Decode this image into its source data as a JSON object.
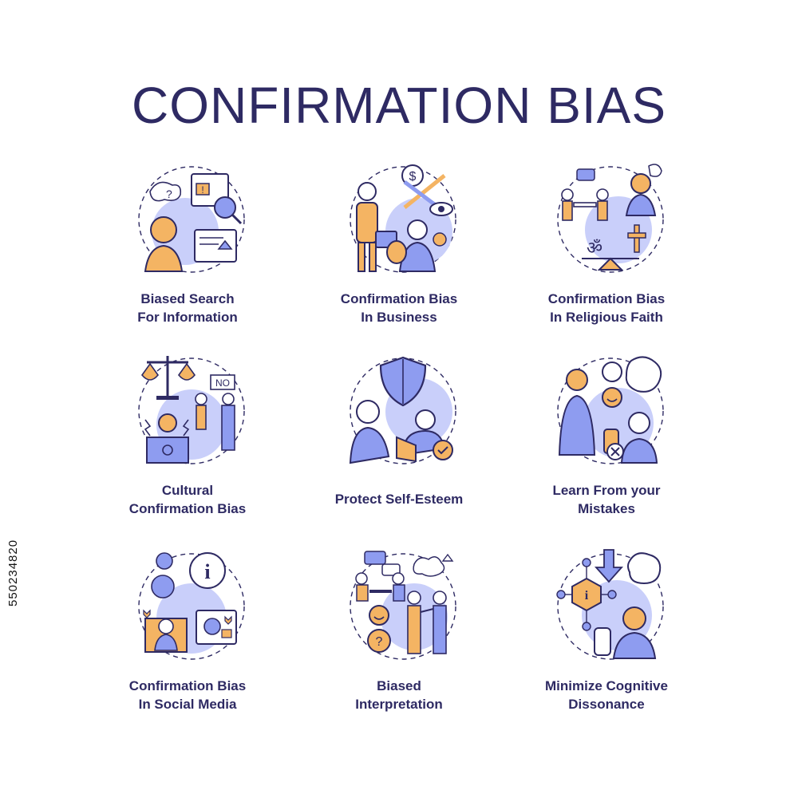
{
  "title": "CONFIRMATION BIAS",
  "side_id": "550234820",
  "colors": {
    "ink": "#2e2a63",
    "blue": "#8e9cf0",
    "blue_light": "#c9cffa",
    "amber": "#f4b463",
    "line": "#2e2a63"
  },
  "items": [
    {
      "label_line1": "Biased Search",
      "label_line2": "For Information",
      "icon": "biased-search-icon"
    },
    {
      "label_line1": "Confirmation Bias",
      "label_line2": "In Business",
      "icon": "business-icon"
    },
    {
      "label_line1": "Confirmation Bias",
      "label_line2": "In Religious Faith",
      "icon": "religious-faith-icon"
    },
    {
      "label_line1": "Cultural",
      "label_line2": "Confirmation Bias",
      "icon": "cultural-bias-icon"
    },
    {
      "label_line1": "Protect Self-Esteem",
      "label_line2": "",
      "icon": "shield-self-esteem-icon"
    },
    {
      "label_line1": "Learn From your",
      "label_line2": "Mistakes",
      "icon": "learn-mistakes-icon"
    },
    {
      "label_line1": "Confirmation Bias",
      "label_line2": "In Social Media",
      "icon": "social-media-icon"
    },
    {
      "label_line1": "Biased",
      "label_line2": "Interpretation",
      "icon": "interpretation-icon"
    },
    {
      "label_line1": "Minimize Cognitive",
      "label_line2": "Dissonance",
      "icon": "cognitive-dissonance-icon"
    }
  ]
}
